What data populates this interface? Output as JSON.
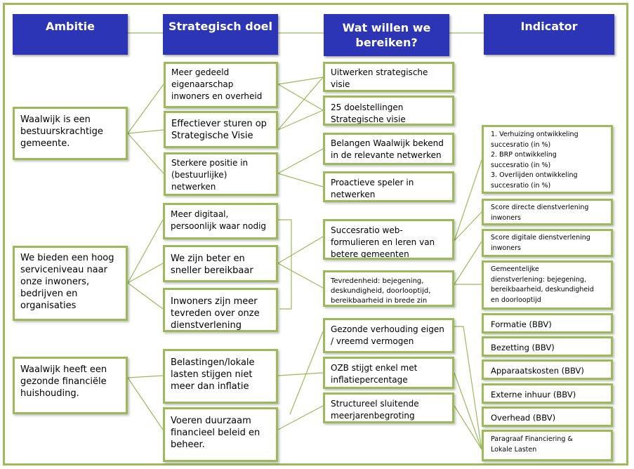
{
  "headers": {
    "ambitie": "Ambitie",
    "doel": "Strategisch doel",
    "bereiken": "Wat willen we\nbereiken?",
    "indicator": "Indicator"
  },
  "ambities": {
    "a1": "Waalwijk is een\nbestuurskrachtige\ngemeente.",
    "a2": "We bieden een hoog\nserviceniveau naar\nonze inwoners,\nbedrijven en\norganisaties",
    "a3": "Waalwijk heeft een\ngezonde financiële\nhuishouding."
  },
  "doelen": {
    "d1": "Meer gedeeld\neigenaarschap\ninwoners en overheid",
    "d2": "Effectiever sturen op\nStrategische Visie",
    "d3": "Sterkere positie in\n(bestuurlijke)\nnetwerken",
    "d4": "Meer digitaal,\npersoonlijk waar nodig",
    "d5": "We zijn beter en\nsneller bereikbaar",
    "d6": "Inwoners zijn meer\ntevreden over onze\ndienstverlening",
    "d7": "Belastingen/lokale\nlasten stijgen niet\nmeer dan inflatie",
    "d8": "Voeren duurzaam\nfinancieel beleid en\nbeheer."
  },
  "bereiken": {
    "w1": "Uitwerken strategische visie\nnaar beleid en uitvoering",
    "w2": "25 doelstellingen\nStrategische visie",
    "w3": "Belangen Waalwijk bekend\nin de relevante netwerken",
    "w4": "Proactieve speler in\nnetwerken",
    "w5": "Succesratio web-\nformulieren en leren van\nbetere gemeenten",
    "w6": "Tevredenheid: bejegening,\ndeskundigheid, doorlooptijd,\nbereikbaarheid in brede zin",
    "w7": "Gezonde verhouding eigen\n/ vreemd vermogen",
    "w8": "OZB stijgt enkel met\ninflatiepercentage",
    "w9": "Structureel sluitende\nmeerjarenbegroting"
  },
  "indicatoren": {
    "i1": "1. Verhuizing ontwikkeling\nsuccesratio (in %)\n2. BRP ontwikkeling\nsuccesratio (in %)\n3. Overlijden ontwikkeling\nsuccesratio (in %)",
    "i2": "Score directe dienstverlening\ninwoners",
    "i3": "Score digitale dienstverlening\ninwoners",
    "i4": "Gemeentelijke\ndienstverlening: bejegening,\nbereikbaarheid, deskundigheid\nen doorlooptijd",
    "i5": "Formatie (BBV)",
    "i6": "Bezetting (BBV)",
    "i7": "Apparaatskosten (BBV)",
    "i8": "Externe inhuur (BBV)",
    "i9": "Overhead (BBV)",
    "i10": "Paragraaf Financiering &\nLokale Lasten"
  },
  "colors": {
    "header_bg": "#2b35b5",
    "border": "#9bbb59",
    "text": "#000000"
  }
}
